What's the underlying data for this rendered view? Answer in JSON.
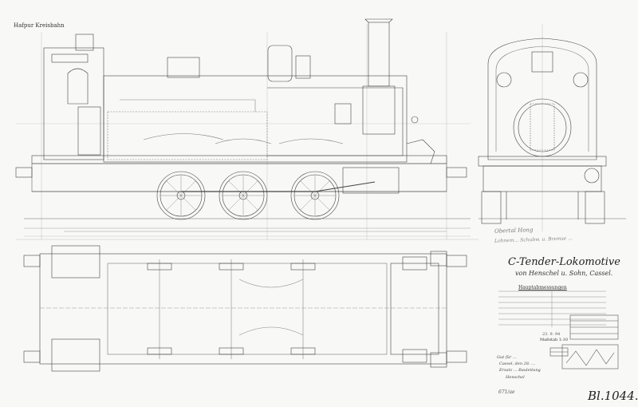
{
  "sheet": {
    "corner_label": "Hafpur Kreisbahn",
    "title": "C-Tender-Lokomotive",
    "subtitle": "von Henschel u. Sohn, Cassel.",
    "dimensions_heading": "Hauptabmessungen",
    "scale": "Maßstab 1:10",
    "drawing_number": "Bl.1044.",
    "bottom_scribble": "671/ae",
    "pencil_note_1": "Obertal Hong",
    "pencil_note_2": "Lohnem... Schubw. u. Bremse ...",
    "signature_lines": [
      "Gut für ...",
      "Cassel, den 28. ...",
      "Ersatz ... Bauleitung",
      "Henschel"
    ],
    "stamp_date": "23. 9. 94"
  },
  "colors": {
    "paper": "#f8f8f6",
    "ink": "#333333",
    "fine_ink": "#777777"
  }
}
